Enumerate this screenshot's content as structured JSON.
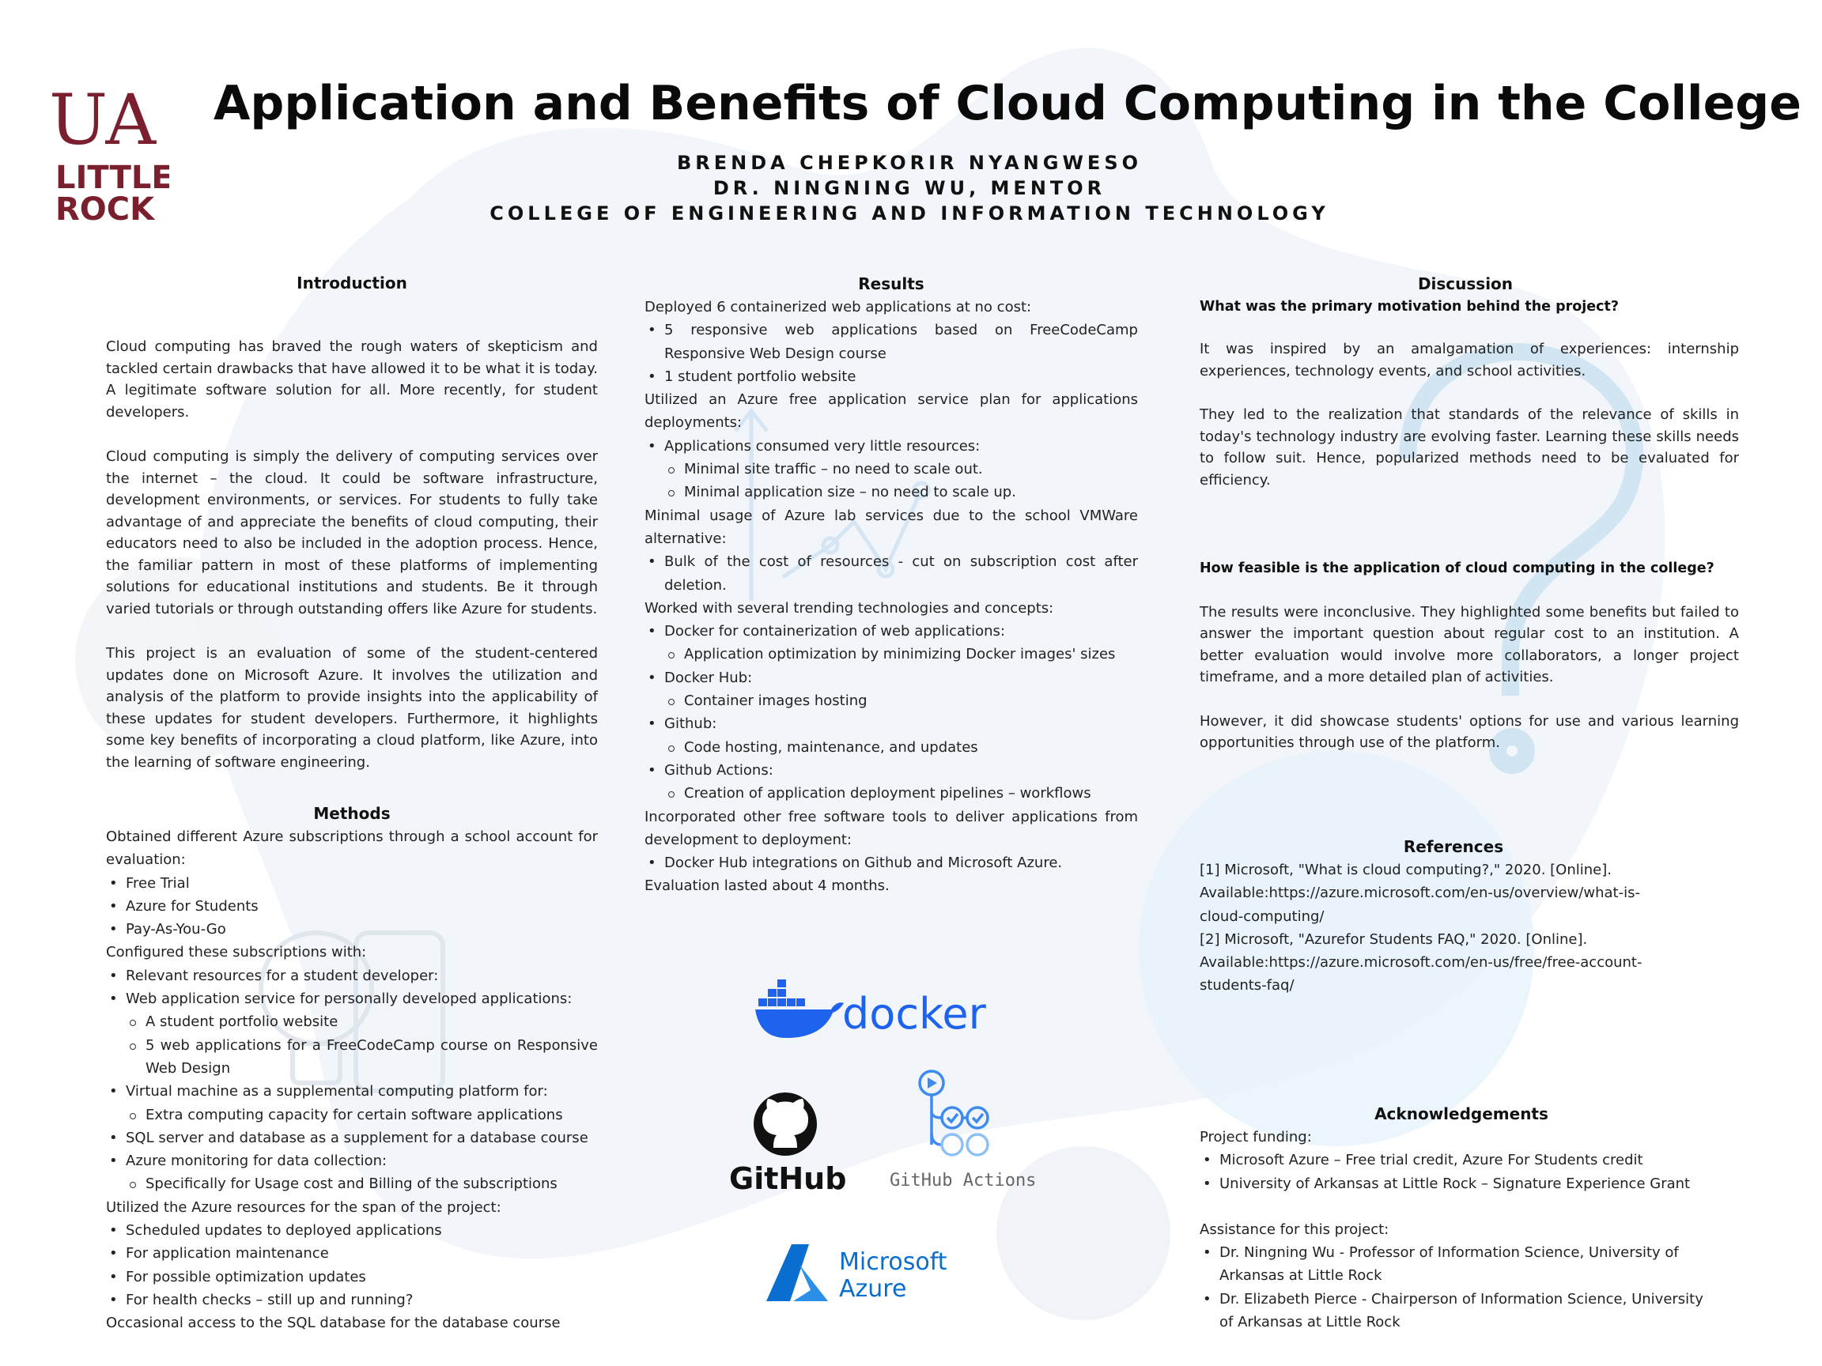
{
  "header": {
    "title": "Application and Benefits of Cloud Computing in the College",
    "author": "BRENDA CHEPKORIR NYANGWESO",
    "mentor": "DR. NINGNING WU, MENTOR",
    "college": "COLLEGE OF ENGINEERING AND INFORMATION TECHNOLOGY",
    "logo": {
      "ua": "UA",
      "line1": "LITTLE",
      "line2": "ROCK"
    }
  },
  "colors": {
    "brand": "#7a1f2e",
    "docker": "#1d63ed",
    "azure": "#0a6ed1",
    "github": "#111111",
    "accent_bg": "#e4f1fb"
  },
  "introduction": {
    "heading": "Introduction",
    "paragraphs": [
      "Cloud computing has braved the rough waters of skepticism and tackled certain drawbacks that have allowed it to be what it is today. A legitimate software solution for all. More recently, for student developers.",
      "Cloud computing is simply the delivery of computing services over the internet – the cloud. It could be software infrastructure, development environments, or services. For students to fully take advantage of and appreciate the benefits of cloud computing, their educators need to also be included in the adoption process. Hence, the familiar pattern in most of these platforms of implementing solutions for educational institutions and students. Be it through varied tutorials or through outstanding offers like Azure for students.",
      "This project is an evaluation of some of the student-centered updates done on Microsoft Azure. It involves the utilization and analysis of the platform to provide insights into the applicability of these updates for student developers. Furthermore, it highlights some key benefits of incorporating a cloud platform, like Azure, into the learning of software engineering."
    ]
  },
  "methods": {
    "heading": "Methods",
    "intro1": "Obtained different Azure subscriptions through a school account for evaluation:",
    "subscriptions": [
      "Free Trial",
      "Azure for Students",
      "Pay-As-You-Go"
    ],
    "intro2": "Configured these subscriptions with:",
    "config": {
      "resources": "Relevant resources for a student developer:",
      "webapp": "Web application service for personally developed applications:",
      "webapp_sub": [
        "A student portfolio website",
        "5 web applications for a FreeCodeCamp course on Responsive Web Design"
      ],
      "vm": "Virtual machine as a supplemental computing platform for:",
      "vm_sub": [
        "Extra computing capacity for certain software applications"
      ],
      "sql": "SQL server and database as a supplement for a database course",
      "monitor": "Azure monitoring for data collection:",
      "monitor_sub": [
        "Specifically for Usage cost and Billing of the subscriptions"
      ]
    },
    "intro3": "Utilized the Azure resources for the span of the project:",
    "span": [
      "Scheduled updates to deployed applications",
      "For application maintenance",
      "For possible optimization updates",
      "For health checks – still up and running?"
    ],
    "closing": "Occasional access to the SQL database for the database course"
  },
  "results": {
    "heading": "Results",
    "p1": "Deployed 6 containerized web applications at no cost:",
    "p1_items": [
      "5 responsive web applications based on FreeCodeCamp Responsive Web Design course",
      "1 student portfolio website"
    ],
    "p2": "Utilized an Azure free application service plan for applications deployments:",
    "p2_item": "Applications consumed very little resources:",
    "p2_sub": [
      "Minimal site traffic – no need to scale out.",
      "Minimal application size – no need to scale up."
    ],
    "p3": "Minimal usage of Azure lab services due to the school VMWare alternative:",
    "p3_item": "Bulk of the cost of resources - cut on subscription cost after deletion.",
    "p4": "Worked with several trending technologies and concepts:",
    "tech": [
      {
        "label": "Docker for containerization of web applications:",
        "sub": "Application optimization by minimizing Docker images' sizes"
      },
      {
        "label": "Docker Hub:",
        "sub": "Container images hosting"
      },
      {
        "label": "Github:",
        "sub": "Code hosting, maintenance, and updates"
      },
      {
        "label": "Github Actions:",
        "sub": "Creation of application deployment pipelines – workflows"
      }
    ],
    "p5": "Incorporated other free software tools to deliver applications from development to deployment:",
    "p5_item": "Docker Hub integrations on Github and Microsoft Azure.",
    "p6": "Evaluation lasted about 4 months."
  },
  "tool_logos": {
    "docker": "docker",
    "github": "GitHub",
    "github_actions": "GitHub Actions",
    "azure_line1": "Microsoft",
    "azure_line2": "Azure"
  },
  "discussion": {
    "heading": "Discussion",
    "q1": "What was the primary motivation behind the project?",
    "a1": [
      "It was inspired by an amalgamation of experiences: internship experiences, technology events, and school activities.",
      "They led to the realization that standards of the relevance of skills in today's technology industry are evolving faster. Learning these skills needs to follow suit. Hence, popularized methods need to be evaluated for efficiency."
    ],
    "q2": "How feasible is the application of cloud computing in the college?",
    "a2": [
      "The results were inconclusive. They highlighted some benefits but failed to answer the important question about regular cost to an institution. A better evaluation would involve more collaborators, a longer project timeframe, and a more detailed plan of activities.",
      "However, it did showcase students' options for use and various learning opportunities through use of the platform."
    ]
  },
  "references": {
    "heading": "References",
    "lines": [
      "[1] Microsoft, \"What is cloud computing?,\" 2020. [Online].",
      "Available:https://azure.microsoft.com/en-us/overview/what-is-",
      "cloud-computing/",
      "[2] Microsoft, \"Azurefor Students FAQ,\" 2020. [Online].",
      "Available:https://azure.microsoft.com/en-us/free/free-account-",
      "students-faq/"
    ]
  },
  "acknowledgements": {
    "heading": "Acknowledgements",
    "funding_label": "Project funding:",
    "funding": [
      "Microsoft Azure – Free trial credit, Azure For Students credit",
      "University of Arkansas at Little Rock – Signature Experience Grant"
    ],
    "assist_label": "Assistance for this project:",
    "assist": [
      "Dr. Ningning Wu - Professor of Information Science, University of Arkansas at Little Rock",
      "Dr. Elizabeth Pierce - Chairperson of Information Science, University of Arkansas at Little Rock"
    ]
  }
}
